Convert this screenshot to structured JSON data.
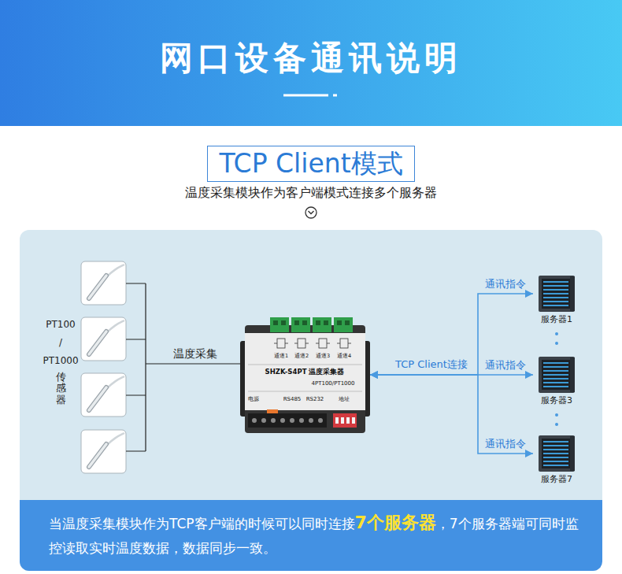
{
  "diagram": {
    "title": "网口设备通讯说明",
    "nodes": [
      {
        "text": [
          "TCP Client模式"
        ]
      },
      {
        "text": [
          "SHZK-S4PT 温度采集器",
          "4PT100/PT1000"
        ]
      },
      {
        "text": [
          "服务器1"
        ]
      },
      {
        "text": [
          "服务器3"
        ]
      },
      {
        "text": [
          "服务器7"
        ]
      },
      {
        "text": [
          "当温度采集模块作为TCP客户端的时候可以同时连接",
          "7个服务器",
          "，7个服务器端可同时监控读取实时温度数据，数据同步一致。"
        ]
      }
    ],
    "edges": [
      {
        "from": 1,
        "to": 2,
        "arrow": "both",
        "label": "通讯指令"
      },
      {
        "from": 1,
        "to": 3,
        "arrow": "both",
        "label": "通讯指令"
      },
      {
        "from": 1,
        "to": 4,
        "arrow": "both",
        "label": "通讯指令"
      }
    ],
    "labels": [
      "温度采集模块作为客户端模式连接多个服务器",
      "PT100",
      "/",
      "PT1000",
      "传感器",
      "温度采集",
      "TCP Client连接",
      "通道1",
      "通道2",
      "通道3",
      "通道4",
      "电源",
      "RS485",
      "RS232",
      "地址"
    ]
  }
}
